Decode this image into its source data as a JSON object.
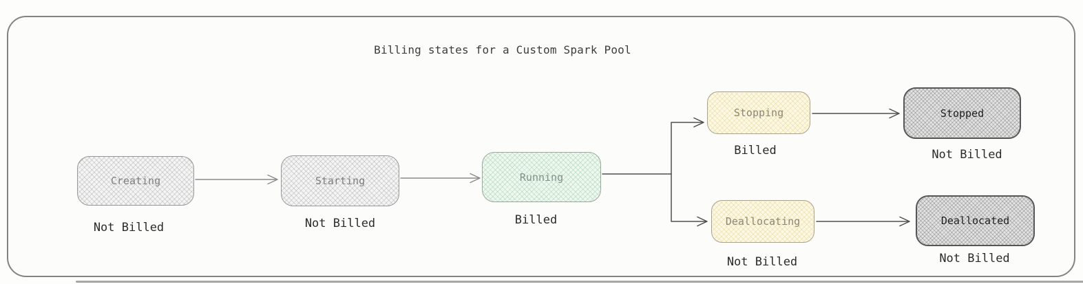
{
  "title": "Billing states for a Custom Spark Pool",
  "nodes": [
    {
      "id": "creating",
      "label": "Creating",
      "billing": "Not Billed",
      "style": "gray"
    },
    {
      "id": "starting",
      "label": "Starting",
      "billing": "Not Billed",
      "style": "gray"
    },
    {
      "id": "running",
      "label": "Running",
      "billing": "Billed",
      "style": "green"
    },
    {
      "id": "stopping",
      "label": "Stopping",
      "billing": "Billed",
      "style": "cream"
    },
    {
      "id": "stopped",
      "label": "Stopped",
      "billing": "Not Billed",
      "style": "dark-gray"
    },
    {
      "id": "deallocating",
      "label": "Deallocating",
      "billing": "Not Billed",
      "style": "cream"
    },
    {
      "id": "deallocated",
      "label": "Deallocated",
      "billing": "Not Billed",
      "style": "dark-gray"
    }
  ],
  "edges": [
    {
      "from": "Creating",
      "to": "Starting"
    },
    {
      "from": "Starting",
      "to": "Running"
    },
    {
      "from": "Running",
      "to": "Stopping"
    },
    {
      "from": "Running",
      "to": "Deallocating"
    },
    {
      "from": "Stopping",
      "to": "Stopped"
    },
    {
      "from": "Deallocating",
      "to": "Deallocated"
    }
  ],
  "colors": {
    "frame_border": "#838383",
    "gray_fill": "#f4f4f4",
    "green_fill": "#eff8f0",
    "cream_fill": "#fdf8e3",
    "dark_gray_fill": "#e2e2e2",
    "dark_border": "#565656",
    "arrow": "#4e4e4e",
    "caption_text": "#2b2b2b"
  }
}
